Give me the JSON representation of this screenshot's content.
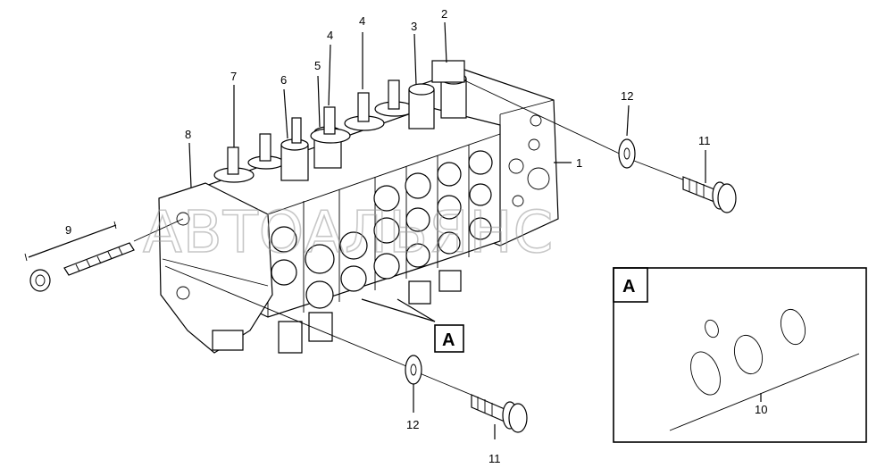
{
  "watermark": "АВТОАЛЬЯНС",
  "detail_box_label": "A",
  "callout_label": "A",
  "callouts": {
    "c1": "1",
    "c2": "2",
    "c3": "3",
    "c4a": "4",
    "c4b": "4",
    "c5": "5",
    "c6": "6",
    "c7": "7",
    "c8": "8",
    "c9": "9",
    "c10": "10",
    "c11a": "11",
    "c11b": "11",
    "c12a": "12",
    "c12b": "12"
  }
}
